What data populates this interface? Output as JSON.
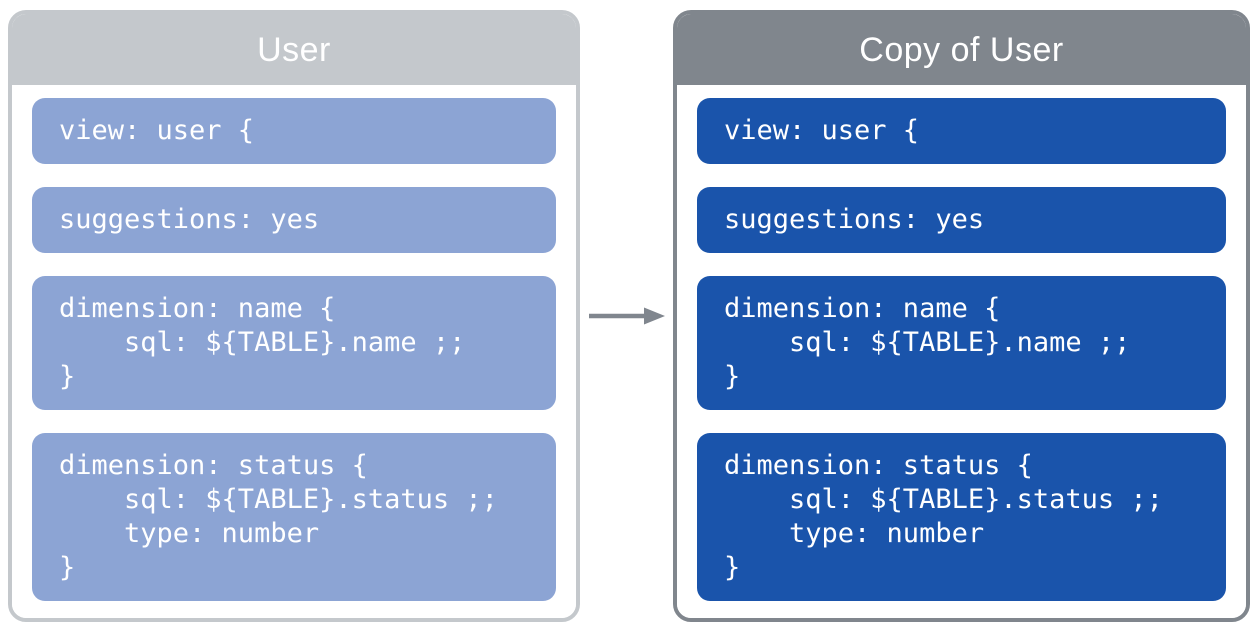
{
  "panels": [
    {
      "title": "User",
      "header_color": "#c4c8cc",
      "border_color": "#c4c8cc",
      "block_color": "#8ca4d4",
      "blocks": [
        "view: user {",
        "suggestions: yes",
        "dimension: name {\n    sql: ${TABLE}.name ;;\n}",
        "dimension: status {\n    sql: ${TABLE}.status ;;\n    type: number\n}"
      ]
    },
    {
      "title": "Copy of User",
      "header_color": "#80868d",
      "border_color": "#80868d",
      "block_color": "#1a54ab",
      "blocks": [
        "view: user {",
        "suggestions: yes",
        "dimension: name {\n    sql: ${TABLE}.name ;;\n}",
        "dimension: status {\n    sql: ${TABLE}.status ;;\n    type: number\n}"
      ]
    }
  ],
  "arrow": {
    "name": "arrow-right",
    "color": "#80868e"
  },
  "text_color": "#ffffff"
}
